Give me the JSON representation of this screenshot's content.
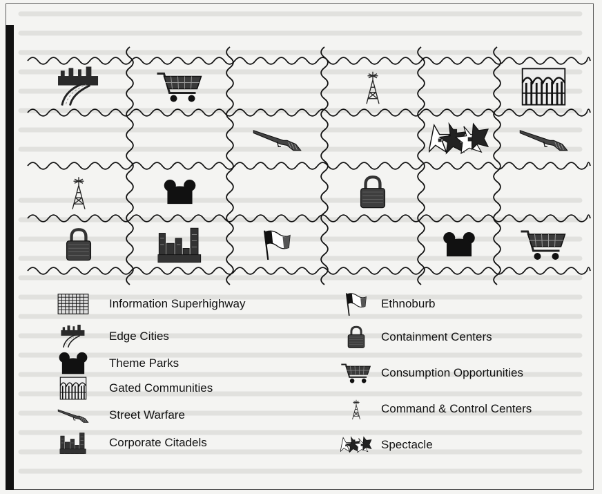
{
  "map": {
    "rows": 4,
    "cols": 6,
    "cells": [
      {
        "row": 0,
        "col": 0,
        "icon": "edge-cities-icon"
      },
      {
        "row": 0,
        "col": 1,
        "icon": "consumption-cart-icon"
      },
      {
        "row": 0,
        "col": 3,
        "icon": "command-tower-icon"
      },
      {
        "row": 0,
        "col": 5,
        "icon": "gated-community-icon"
      },
      {
        "row": 1,
        "col": 2,
        "icon": "street-warfare-rifle-icon"
      },
      {
        "row": 1,
        "col": 4,
        "icon": "spectacle-stars-icon"
      },
      {
        "row": 1,
        "col": 5,
        "icon": "street-warfare-rifle-icon"
      },
      {
        "row": 2,
        "col": 0,
        "icon": "command-tower-icon"
      },
      {
        "row": 2,
        "col": 1,
        "icon": "theme-park-ears-icon"
      },
      {
        "row": 2,
        "col": 3,
        "icon": "containment-padlock-icon"
      },
      {
        "row": 3,
        "col": 0,
        "icon": "containment-padlock-icon"
      },
      {
        "row": 3,
        "col": 1,
        "icon": "corporate-citadel-icon"
      },
      {
        "row": 3,
        "col": 2,
        "icon": "ethnoburb-flag-icon"
      },
      {
        "row": 3,
        "col": 4,
        "icon": "theme-park-ears-icon"
      },
      {
        "row": 3,
        "col": 5,
        "icon": "consumption-cart-icon"
      }
    ]
  },
  "legend": {
    "left": [
      {
        "icon": "superhighway-grid-icon",
        "label": "Information Superhighway"
      },
      {
        "icon": "edge-cities-icon",
        "label": "Edge Cities"
      },
      {
        "icon": "theme-park-ears-icon",
        "label": "Theme Parks"
      },
      {
        "icon": "gated-community-icon",
        "label": "Gated Communities"
      },
      {
        "icon": "street-warfare-rifle-icon",
        "label": "Street Warfare"
      },
      {
        "icon": "corporate-citadel-icon",
        "label": "Corporate Citadels"
      }
    ],
    "right": [
      {
        "icon": "ethnoburb-flag-icon",
        "label": "Ethnoburb"
      },
      {
        "icon": "containment-padlock-icon",
        "label": "Containment Centers"
      },
      {
        "icon": "consumption-cart-icon",
        "label": "Consumption Opportunities"
      },
      {
        "icon": "command-tower-icon",
        "label": "Command & Control Centers"
      },
      {
        "icon": "spectacle-stars-icon",
        "label": "Spectacle"
      }
    ]
  },
  "colors": {
    "line": "#111111",
    "ink": "#1c1c1c",
    "paper": "#f4f4f2"
  }
}
